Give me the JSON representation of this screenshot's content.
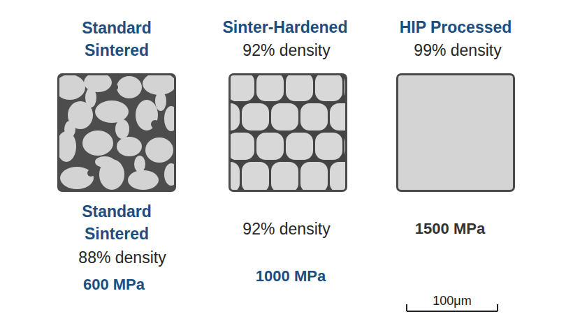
{
  "diagram": {
    "nodes": [
      {
        "text": [
          "Standard Sintered",
          "Standard Sintered",
          "88% density",
          "600 MPa"
        ]
      },
      {
        "text": [
          "Sinter-Hardened",
          "92% density",
          "92% density",
          "1000 MPa"
        ]
      },
      {
        "text": [
          "HIP Processed",
          "99% density",
          "1500 MPa"
        ]
      }
    ],
    "labels": [
      "100μm"
    ]
  }
}
